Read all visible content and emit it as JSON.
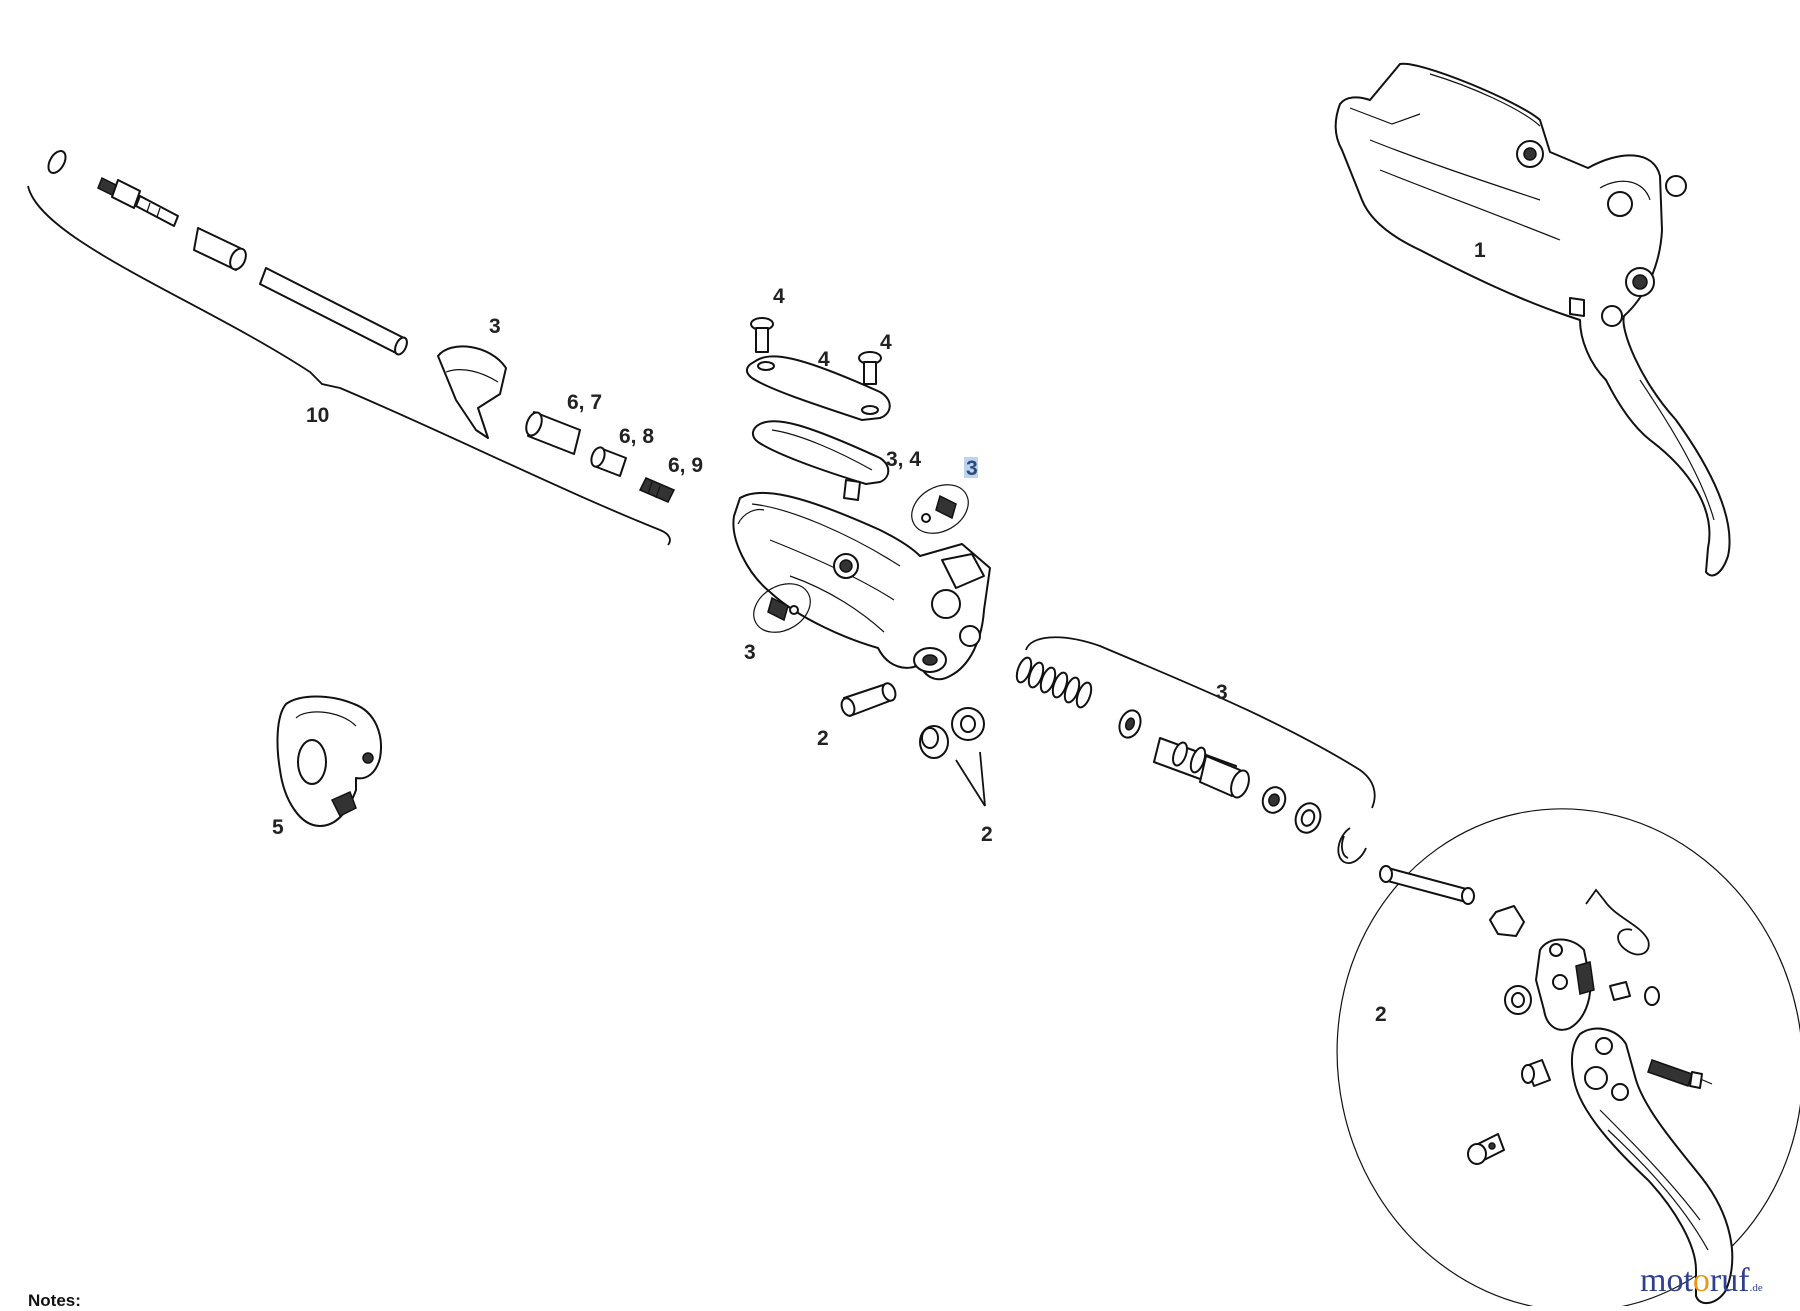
{
  "labels": {
    "l1": "1",
    "l2a": "2",
    "l2b": "2",
    "l2c": "2",
    "l3a": "3",
    "l3b": "3",
    "l3c": "3",
    "l3d": "3",
    "l34": "3, 4",
    "l4a": "4",
    "l4b": "4",
    "l4c": "4",
    "l5": "5",
    "l67": "6, 7",
    "l68": "6, 8",
    "l69": "6, 9",
    "l10": "10"
  },
  "notes": "Notes:",
  "watermark": {
    "brand_start": "mot",
    "brand_o": "o",
    "brand_end": "ruf",
    "tld": ".de"
  },
  "colors": {
    "highlight": "#bcd4ee",
    "watermark_blue": "#2e3f8f",
    "watermark_orange": "#e39a1a"
  }
}
